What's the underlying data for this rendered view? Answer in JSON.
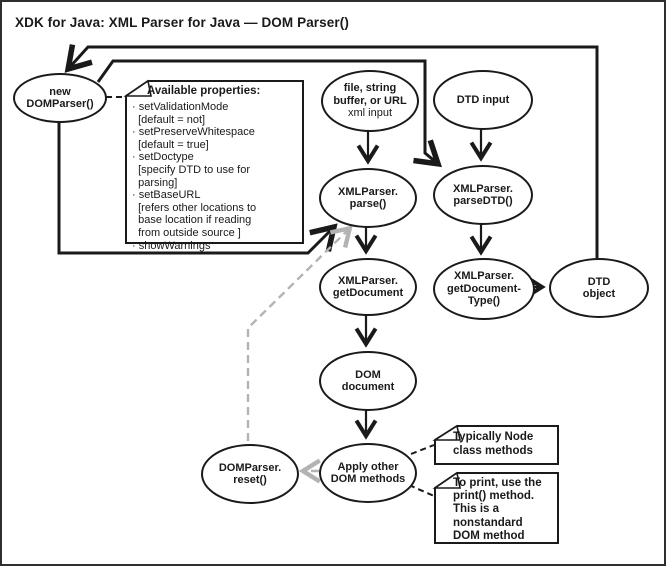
{
  "title": "XDK for Java: XML Parser for Java — DOM Parser()",
  "colors": {
    "ink": "#1a1a1a",
    "gray_dash": "#b3b3b3",
    "background": "#ffffff"
  },
  "nodes": {
    "new_domparser": {
      "label": [
        "new",
        "DOMParser()"
      ]
    },
    "xml_input": {
      "label": [
        "file, string",
        "buffer, or URL"
      ],
      "sublabel": "xml input"
    },
    "dtd_input": {
      "label": [
        "DTD input"
      ]
    },
    "parse": {
      "label": [
        "XMLParser.",
        "parse()"
      ]
    },
    "parse_dtd": {
      "label": [
        "XMLParser.",
        "parseDTD()"
      ]
    },
    "get_document": {
      "label": [
        "XMLParser.",
        "getDocument"
      ]
    },
    "get_document_type": {
      "label": [
        "XMLParser.",
        "getDocument-",
        "Type()"
      ]
    },
    "dtd_object": {
      "label": [
        "DTD",
        "object"
      ]
    },
    "dom_document": {
      "label": [
        "DOM",
        "document"
      ]
    },
    "apply_methods": {
      "label": [
        "Apply other",
        "DOM methods"
      ]
    },
    "reset": {
      "label": [
        "DOMParser.",
        "reset()"
      ]
    }
  },
  "notes": {
    "properties": {
      "title": "Available properties:",
      "lines": [
        "· setValidationMode",
        "  [default = not]",
        "· setPreserveWhitespace",
        "  [default = true]",
        "· setDoctype",
        "  [specify DTD to use for",
        "  parsing]",
        "· setBaseURL",
        "  [refers other locations to",
        "  base location if reading",
        "  from outside source ]",
        "· showWarnings"
      ]
    },
    "node_methods": {
      "lines": [
        "Typically Node",
        "class methods"
      ]
    },
    "print_method": {
      "lines": [
        "To print, use the",
        "print() method.",
        "This is a",
        "nonstandard",
        "DOM method"
      ]
    }
  }
}
